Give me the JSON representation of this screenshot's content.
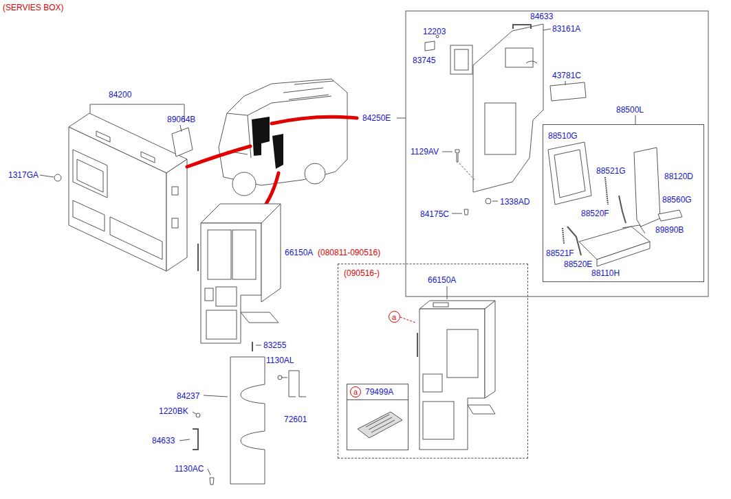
{
  "diagram": {
    "title": "(SERVIES BOX)",
    "nodes": [
      {
        "text": [
          "88500L"
        ]
      },
      {
        "text": [
          "(090516-)"
        ]
      },
      {
        "text": [
          "a"
        ],
        "in": 1
      },
      {
        "text": [
          "79499A"
        ],
        "in": 1
      },
      {
        "text": [
          "a"
        ],
        "in": 3
      }
    ],
    "labels": [
      "84200",
      "89064B",
      "1317GA",
      "84250E",
      "84633",
      "12203",
      "83161A",
      "83745",
      "43781C",
      "88510G",
      "88521G",
      "88120D",
      "1129AV",
      "88560G",
      "88520F",
      "1338AD",
      "84175C",
      "89890B",
      "88521F",
      "88520E",
      "88110H",
      "66150A",
      "(080811-090516)",
      "66150A",
      "83255",
      "1130AL",
      "84237",
      "72601",
      "1220BK",
      "84633",
      "1130AC"
    ]
  }
}
